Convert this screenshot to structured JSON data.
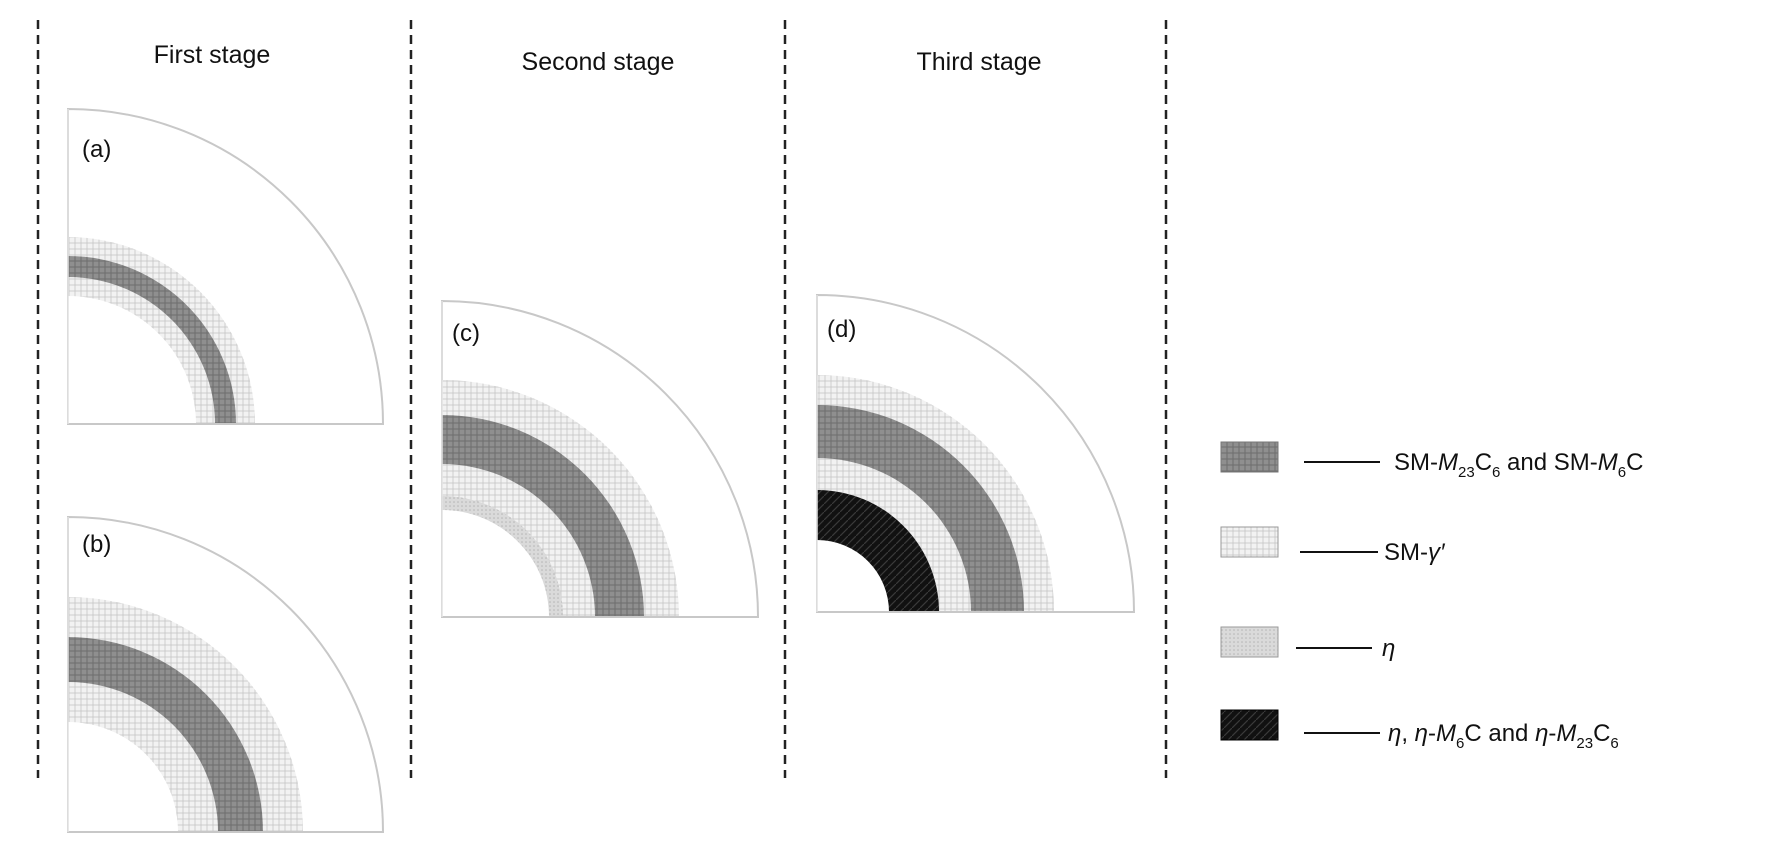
{
  "stages": [
    {
      "title": "First stage"
    },
    {
      "title": "Second stage"
    },
    {
      "title": "Third stage"
    }
  ],
  "panels": [
    {
      "label": "(a)"
    },
    {
      "label": "(b)"
    },
    {
      "label": "(c)"
    },
    {
      "label": "(d)"
    }
  ],
  "legend": [
    {
      "pattern": "m23c6",
      "text_parts": [
        "SM-",
        "M",
        "23",
        "C",
        "6",
        " and SM-",
        "M",
        "6",
        "C"
      ]
    },
    {
      "pattern": "gamma",
      "text_parts": [
        "SM-",
        "γ′"
      ]
    },
    {
      "pattern": "eta",
      "text_parts": [
        "η"
      ]
    },
    {
      "pattern": "black",
      "text_parts": [
        "η",
        ", ",
        "η",
        "-",
        "M",
        "6",
        "C and ",
        "η",
        "-",
        "M",
        "23",
        "C",
        "6"
      ]
    }
  ],
  "colors": {
    "m23c6": "#8c8c8c",
    "gamma": "#ececec",
    "eta": "#d6d6d6",
    "black": "#111111",
    "divider": "#222222"
  }
}
